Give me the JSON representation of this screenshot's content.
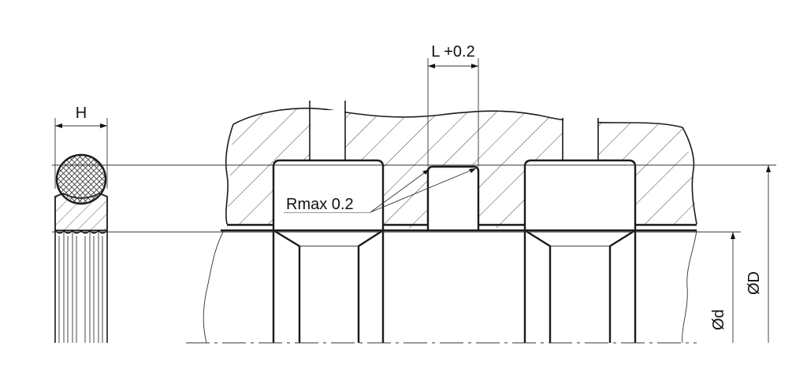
{
  "labels": {
    "h": "H",
    "l_tol": "L +0.2",
    "rmax": "Rmax 0.2",
    "d_inner": "Ød",
    "d_outer": "ØD"
  }
}
